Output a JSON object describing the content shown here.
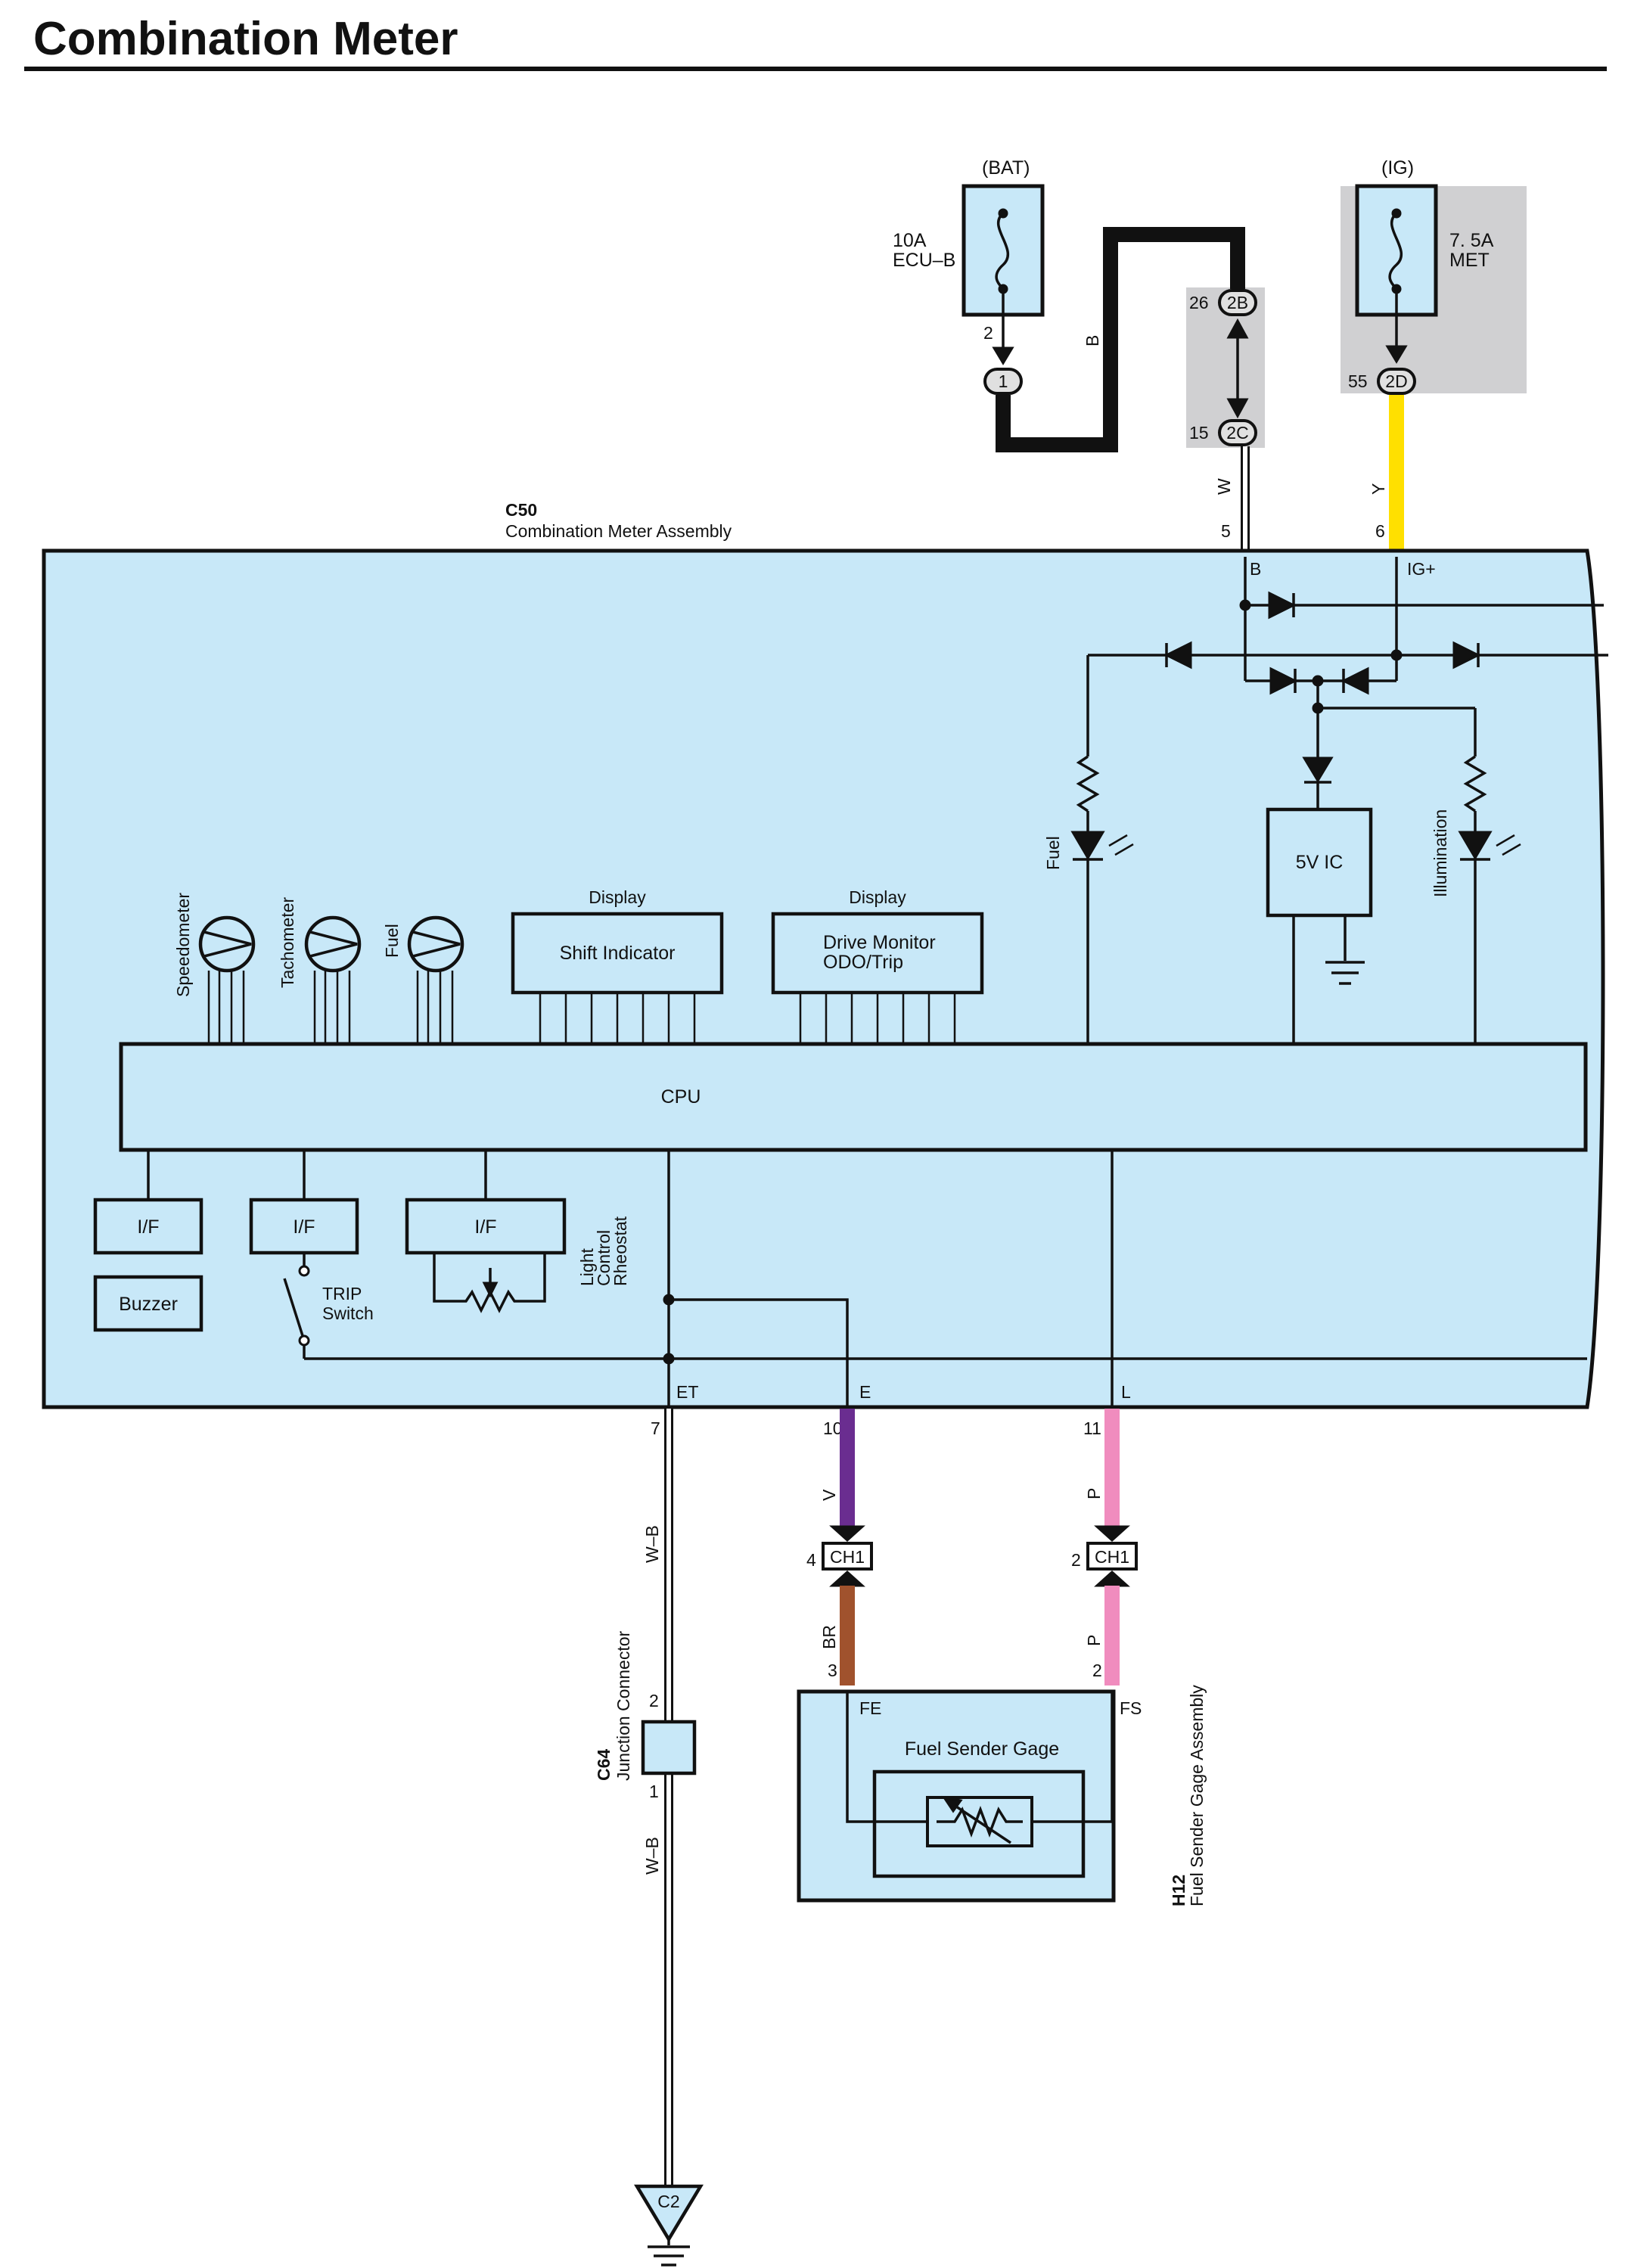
{
  "title": "Combination Meter",
  "colors": {
    "box_fill": "#c8e8f8",
    "junction_shade": "#d0d0d2",
    "wire_B": "#111111",
    "wire_Y": "#ffe000",
    "wire_V": "#6a2d90",
    "wire_P": "#f08cbe",
    "wire_BR": "#a0522d",
    "wire_W": "#ffffff"
  },
  "power": {
    "bat": {
      "label": "(BAT)",
      "fuse_amp": "10A",
      "fuse_name": "ECU–B",
      "pin": "2",
      "conn": "1"
    },
    "ig": {
      "label": "(IG)",
      "fuse_amp": "7. 5A",
      "fuse_name": "MET",
      "pin": "55",
      "conn": "2D"
    }
  },
  "junction": {
    "top_pin": "26",
    "top_conn": "2B",
    "bottom_pin": "15",
    "bottom_conn": "2C"
  },
  "wires": {
    "b": "B",
    "w": "W",
    "y": "Y",
    "v": "V",
    "p1": "P",
    "p2": "P",
    "br": "BR",
    "wb1": "W–B",
    "wb2": "W–B"
  },
  "meter": {
    "code": "C50",
    "name": "Combination Meter Assembly",
    "pin_B": "5",
    "pin_IG": "6",
    "term_B": "B",
    "term_IG": "IG+",
    "gauges": [
      "Speedometer",
      "Tachometer",
      "Fuel"
    ],
    "display1_title": "Display",
    "display1_label": "Shift Indicator",
    "display2_title": "Display",
    "display2_line1": "Drive Monitor",
    "display2_line2": "ODO/Trip",
    "fuel_led": "Fuel",
    "illum_led": "Illumination",
    "ic_label": "5V IC",
    "cpu": "CPU",
    "if1": "I/F",
    "if2": "I/F",
    "if3": "I/F",
    "buzzer": "Buzzer",
    "trip_line1": "TRIP",
    "trip_line2": "Switch",
    "rheo_line1": "Light",
    "rheo_line2": "Control",
    "rheo_line3": "Rheostat",
    "term_ET": "ET",
    "term_E": "E",
    "term_L": "L",
    "pin_ET": "7",
    "pin_E": "10",
    "pin_L": "11"
  },
  "ch1": {
    "left_pin": "4",
    "left_label": "CH1",
    "right_pin": "2",
    "right_label": "CH1"
  },
  "sender": {
    "code": "H12",
    "name": "Fuel Sender Gage Assembly",
    "pin_FE": "3",
    "pin_FS": "2",
    "term_FE": "FE",
    "term_FS": "FS",
    "inner": "Fuel Sender Gage"
  },
  "jc": {
    "code": "C64",
    "name": "Junction Connector",
    "pin_top": "2",
    "pin_bottom": "1"
  },
  "ground": {
    "label": "C2"
  }
}
